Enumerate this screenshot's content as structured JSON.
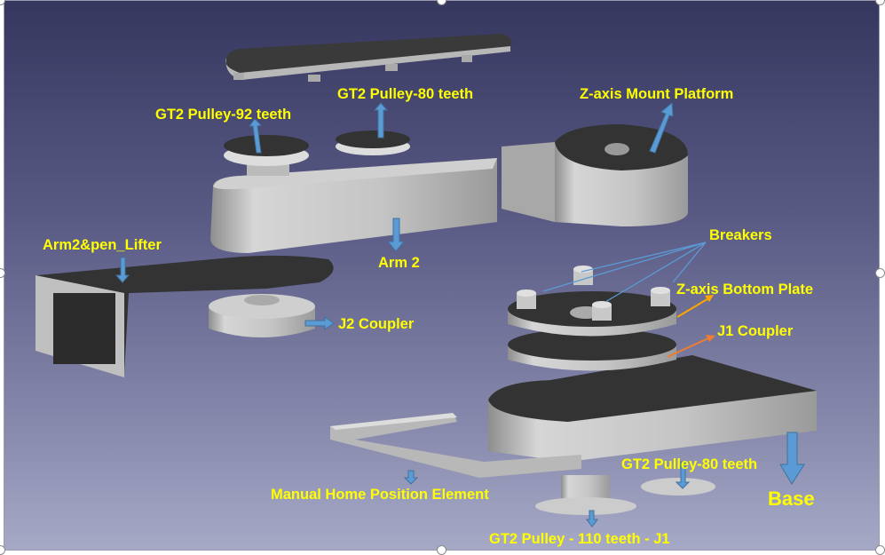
{
  "labels": {
    "pulley_92": "GT2 Pulley-92 teeth",
    "pulley_80_top": "GT2 Pulley-80 teeth",
    "z_mount": "Z-axis Mount Platform",
    "arm2_pen_lifter": "Arm2&pen_Lifter",
    "arm2": "Arm 2",
    "breakers": "Breakers",
    "z_bottom_plate": "Z-axis Bottom Plate",
    "j1_coupler": "J1 Coupler",
    "j2_coupler": "J2 Coupler",
    "pulley_80_bottom": "GT2 Pulley-80 teeth",
    "base": "Base",
    "manual_home": "Manual Home Position Element",
    "pulley_110": "GT2 Pulley - 110 teeth - J1"
  },
  "colors": {
    "label": "#ffff00",
    "arrow_blue": "#5b9bd5",
    "arrow_orange": "#ed7d31",
    "arrow_gold": "#ffa500",
    "part_gray": "#c8c8c8",
    "part_dark": "#3a3a3a"
  }
}
